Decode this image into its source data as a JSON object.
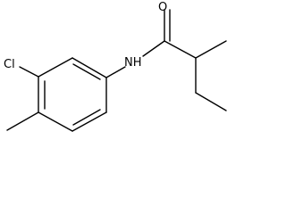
{
  "molecule": {
    "labels": {
      "chlorine": "Cl",
      "amide_nitrogen": "NH",
      "carbonyl_oxygen": "O"
    }
  }
}
